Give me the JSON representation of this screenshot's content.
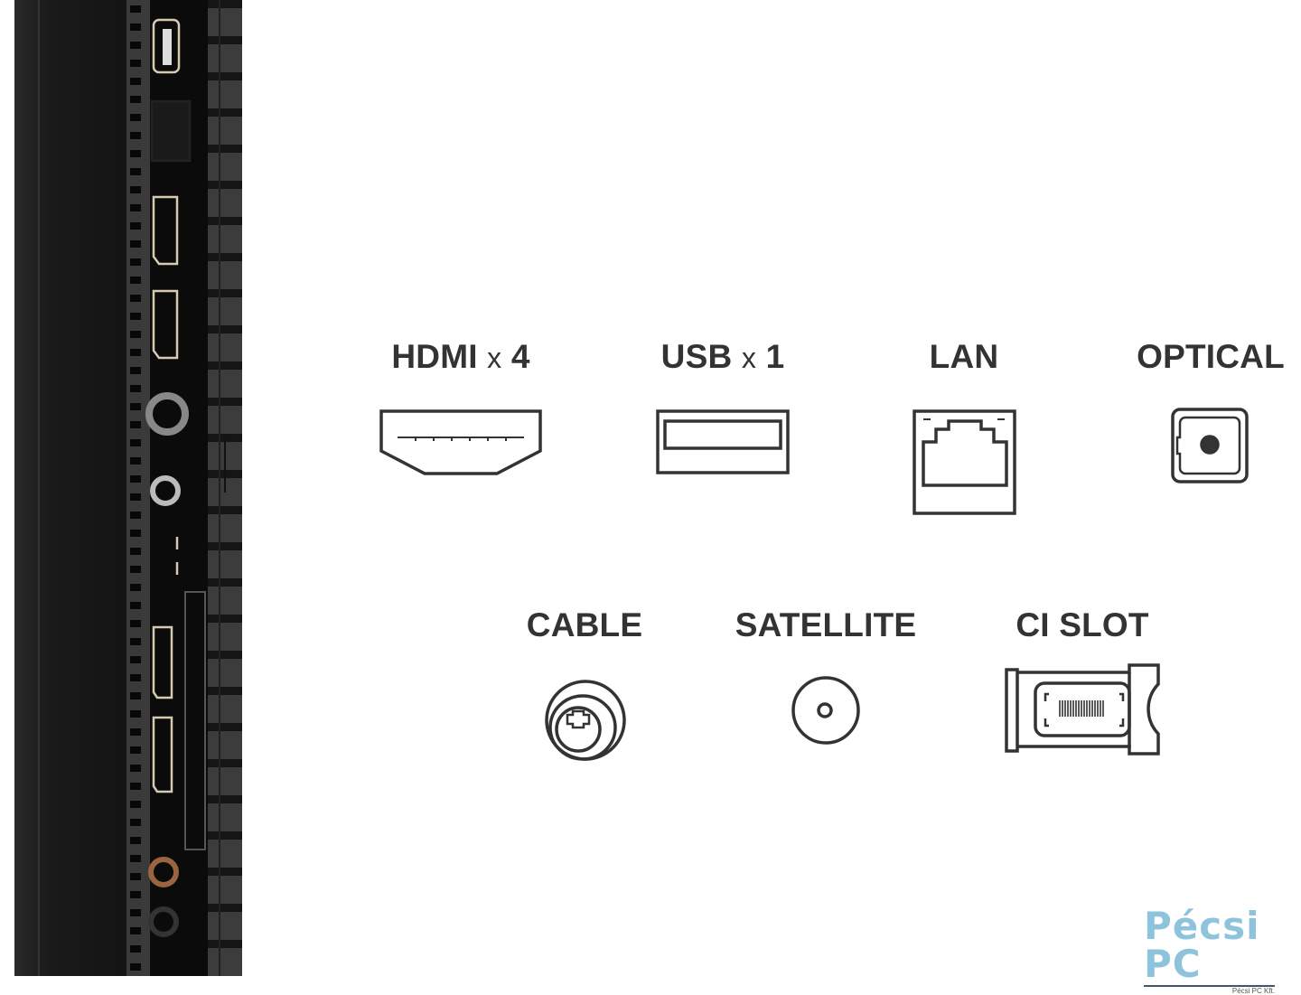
{
  "ports": [
    {
      "name": "HDMI",
      "count_sep": "x",
      "count": "4",
      "icon": "hdmi-port-icon"
    },
    {
      "name": "USB",
      "count_sep": "x",
      "count": "1",
      "icon": "usb-port-icon"
    },
    {
      "name": "LAN",
      "icon": "ethernet-port-icon"
    },
    {
      "name": "OPTICAL",
      "icon": "optical-port-icon"
    },
    {
      "name": "CABLE",
      "icon": "coax-cable-icon"
    },
    {
      "name": "SATELLITE",
      "icon": "satellite-connector-icon"
    },
    {
      "name": "CI SLOT",
      "icon": "ci-card-icon"
    }
  ],
  "logo": {
    "main": "Pécsi PC",
    "sub": "Pécsi PC Kft.",
    "color": "#8ec3dc"
  },
  "colors": {
    "label": "#333333",
    "icon_stroke": "#333333",
    "panel": "#1c1c1c"
  }
}
